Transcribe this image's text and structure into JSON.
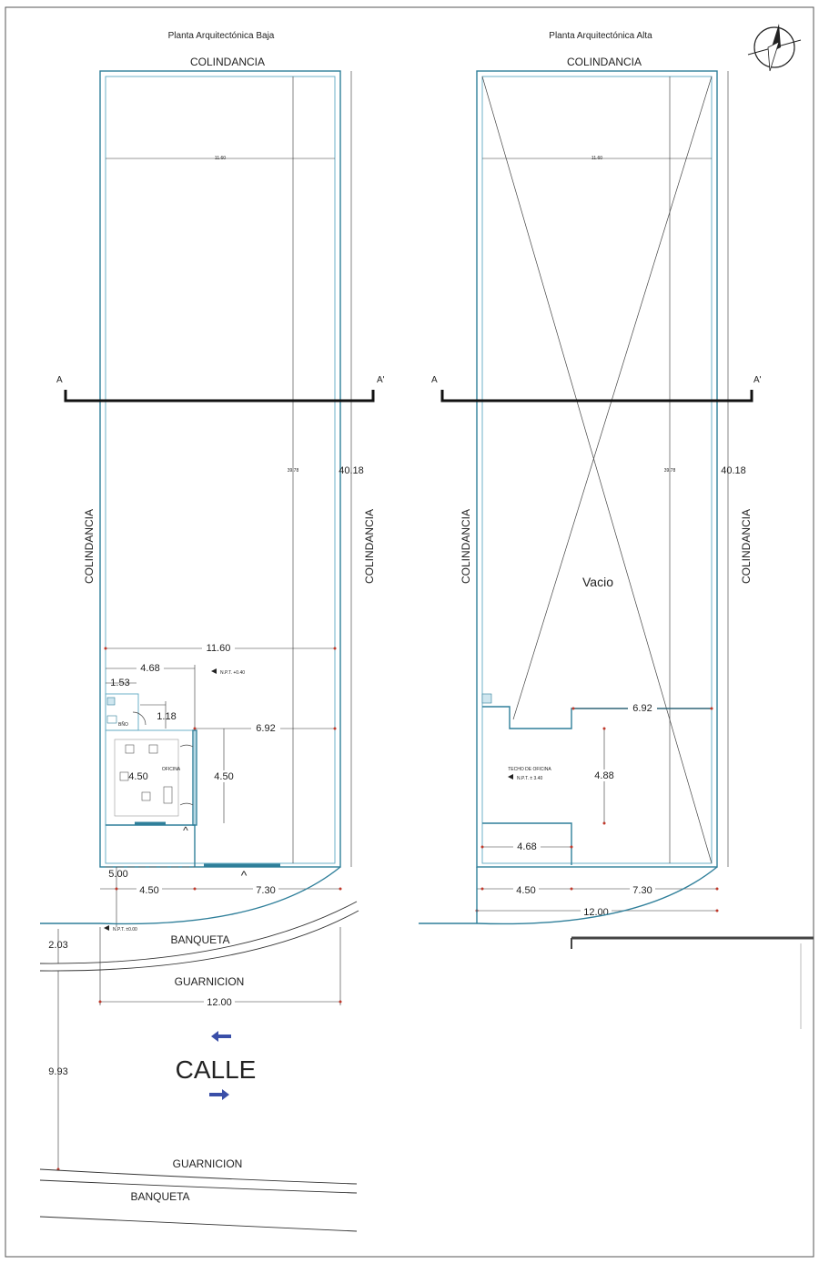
{
  "titles": {
    "lower_plan": "Planta Arquitectónica Baja",
    "upper_plan": "Planta Arquitectónica Alta"
  },
  "boundary": {
    "colindancia": "COLINDANCIA"
  },
  "section": {
    "a": "A",
    "a_prime": "A'"
  },
  "lower": {
    "width_top": "11.60",
    "depth_inner": "39.78",
    "depth_outer": "40.18",
    "width_mid": "11.60",
    "d_468": "4.68",
    "d_153": "1.53",
    "d_118": "1.18",
    "d_692": "6.92",
    "d_450_left": "4.50",
    "d_450_right": "4.50",
    "room": "OFICINA",
    "npt_upper": "N.P.T. +0.40",
    "npt_street": "N.P.T. ±0.00",
    "bano": "BÑO",
    "d_500": "5.00",
    "d_450_bottom": "4.50",
    "d_730": "7.30",
    "d_203": "2.03",
    "banqueta": "BANQUETA",
    "guarnicion": "GUARNICION",
    "d_1200": "12.00",
    "d_993": "9.93",
    "calle": "CALLE",
    "guarnicion_2": "GUARNICION",
    "banqueta_2": "BANQUETA"
  },
  "upper": {
    "width_top": "11.60",
    "depth_inner": "39.78",
    "depth_outer": "40.18",
    "vacio": "Vacio",
    "d_692": "6.92",
    "techo": "TECHO DE OFICINA",
    "npt": "N.P.T. ± 3.40",
    "d_488": "4.88",
    "d_468": "4.68",
    "d_450": "4.50",
    "d_730": "7.30",
    "d_1200": "12.00"
  },
  "colors": {
    "wall": "#2f7f9a",
    "arrow": "#3a4fa8"
  }
}
